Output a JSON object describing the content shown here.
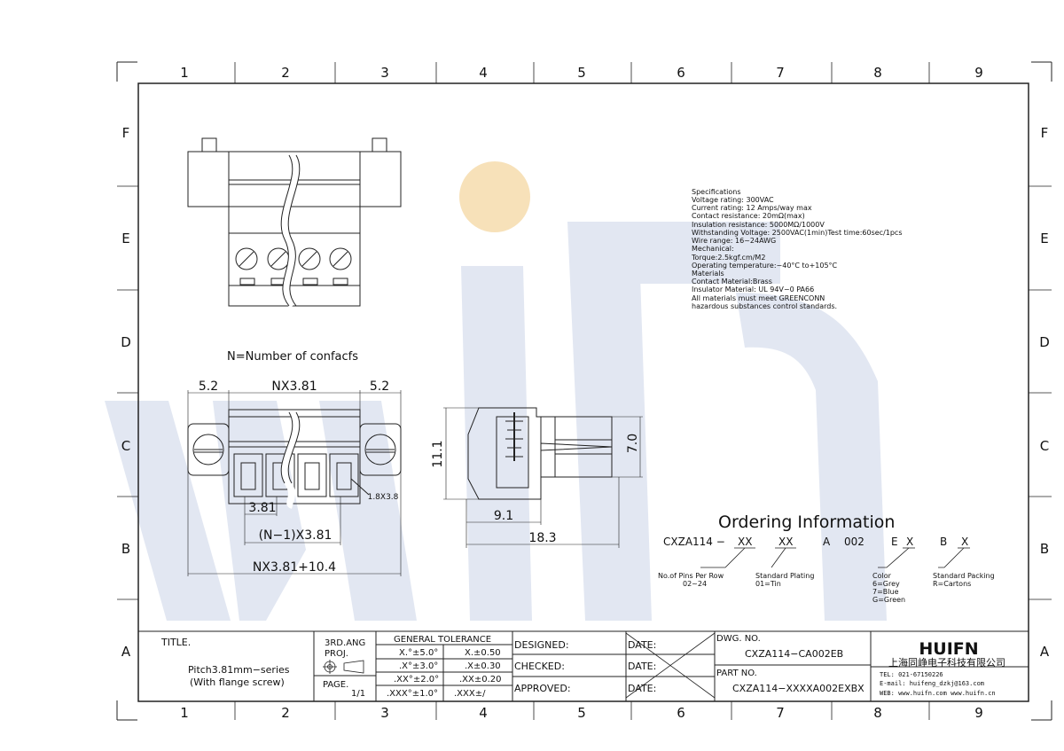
{
  "sheet": {
    "col_labels": [
      "1",
      "2",
      "3",
      "4",
      "5",
      "6",
      "7",
      "8",
      "9"
    ],
    "row_labels": [
      "F",
      "E",
      "D",
      "C",
      "B",
      "A"
    ]
  },
  "watermark": {
    "text": "HUIFN",
    "accent_color": "#f5d9a8",
    "letter_color": "#dde3f0"
  },
  "front_view": {
    "note": "N=Number of confacfs",
    "dim_left": "5.2",
    "dim_pitch": "NX3.81",
    "dim_right": "5.2",
    "dim_pin": "3.81",
    "dim_span": "(N−1)X3.81",
    "dim_total": "NX3.81+10.4",
    "dim_hole": "1.8X3.8"
  },
  "side_view": {
    "dim_height": "11.1",
    "dim_plug": "7.0",
    "dim_depth": "9.1",
    "dim_length": "18.3"
  },
  "specs": [
    "Specifications",
    "Voltage rating: 300VAC",
    "Current rating: 12 Amps/way max",
    "Contact resistance: 20mΩ(max)",
    "Insulation resistance: 5000MΩ/1000V",
    "Withstanding Voltage: 2500VAC(1min)Test time:60sec/1pcs",
    "Wire range: 16~24AWG",
    "Mechanical:",
    "Torque:2.5kgf.cm/M2",
    "Operating temperature:−40°C to+105°C",
    "Materials",
    "Contact Material:Brass",
    "Insulator Material: UL 94V−0 PA66",
    "All materials must meet GREENCONN",
    "hazardous substances control standards."
  ],
  "ordering": {
    "title": "Ordering Information",
    "code_prefix": "CXZA114 −",
    "code_pins": "XX",
    "code_plating": "XX",
    "code_a": "A",
    "code_002": "002",
    "code_e": "E",
    "code_color": "X",
    "code_b": "B",
    "code_pack": "X",
    "pins_label": "No.of Pins Per Row",
    "pins_range": "02~24",
    "plating_label": "Standard Plating",
    "plating_value": "01=Tin",
    "color_label": "Color",
    "color_opts": [
      "6=Grey",
      "7=Blue",
      "G=Green"
    ],
    "pack_label": "Standard Packing",
    "pack_value": "R=Cartons"
  },
  "title_block": {
    "title_label": "TITLE.",
    "title_line1": "Pitch3.81mm−series",
    "title_line2": "(With flange screw)",
    "proj_label1": "3RD.ANG",
    "proj_label2": "PROJ.",
    "page_label": "PAGE.",
    "page_value": "1/1",
    "tol_header": "GENERAL TOLERANCE",
    "tol": [
      [
        "X.°±5.0°",
        "X.±0.50"
      ],
      [
        ".X°±3.0°",
        ".X±0.30"
      ],
      [
        ".XX°±2.0°",
        ".XX±0.20"
      ],
      [
        ".XXX°±1.0°",
        ".XXX±/"
      ]
    ],
    "designed": "DESIGNED:",
    "checked": "CHECKED:",
    "approved": "APPROVED:",
    "date": "DATE:",
    "dwg_label": "DWG. NO.",
    "dwg_value": "CXZA114−CA002EB",
    "part_label": "PART NO.",
    "part_value": "CXZA114−XXXXA002EXBX",
    "company_logo": "HUIFN",
    "company_name": "上海同峥电子科技有限公司",
    "tel": "TEL: 021-67150226",
    "email": "E-mail: huifeng_dzkj@163.com",
    "web": "WEB: www.huifn.com  www.huifn.cn"
  }
}
